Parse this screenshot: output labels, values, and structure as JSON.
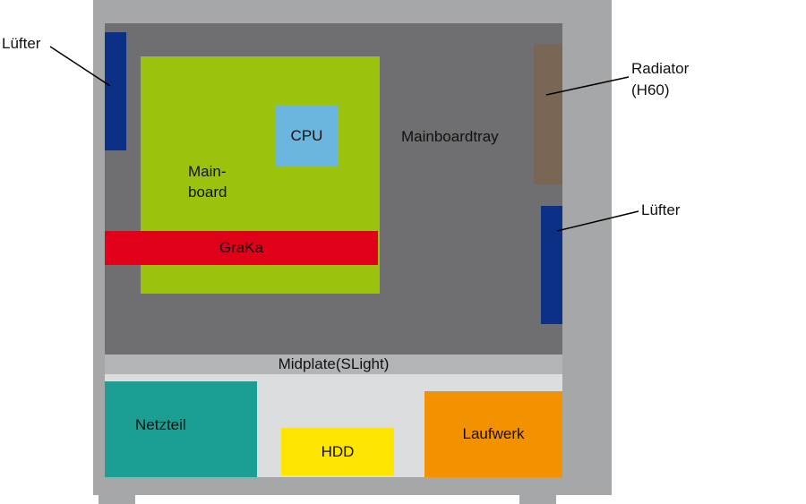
{
  "colors": {
    "case": "#a6a7a9",
    "tray": "#6f6f71",
    "mainboard": "#9bc30e",
    "cpu": "#6bb6de",
    "graka": "#e1001a",
    "fan": "#0b3086",
    "radiator": "#7a6654",
    "midplate": "#b3b4b6",
    "lower_area": "#dcdddf",
    "netzteil": "#1c9e93",
    "hdd": "#ffe600",
    "laufwerk": "#f39200"
  },
  "labels": {
    "fan_left": "Lüfter",
    "fan_right": "Lüfter",
    "radiator_line1": "Radiator",
    "radiator_line2": "(H60)",
    "mainboard_line1": "Main-",
    "mainboard_line2": "board",
    "cpu": "CPU",
    "mainboardtray": "Mainboardtray",
    "graka": "GraKa",
    "midplate": "Midplate(SLight)",
    "netzteil": "Netzteil",
    "hdd": "HDD",
    "laufwerk": "Laufwerk"
  }
}
